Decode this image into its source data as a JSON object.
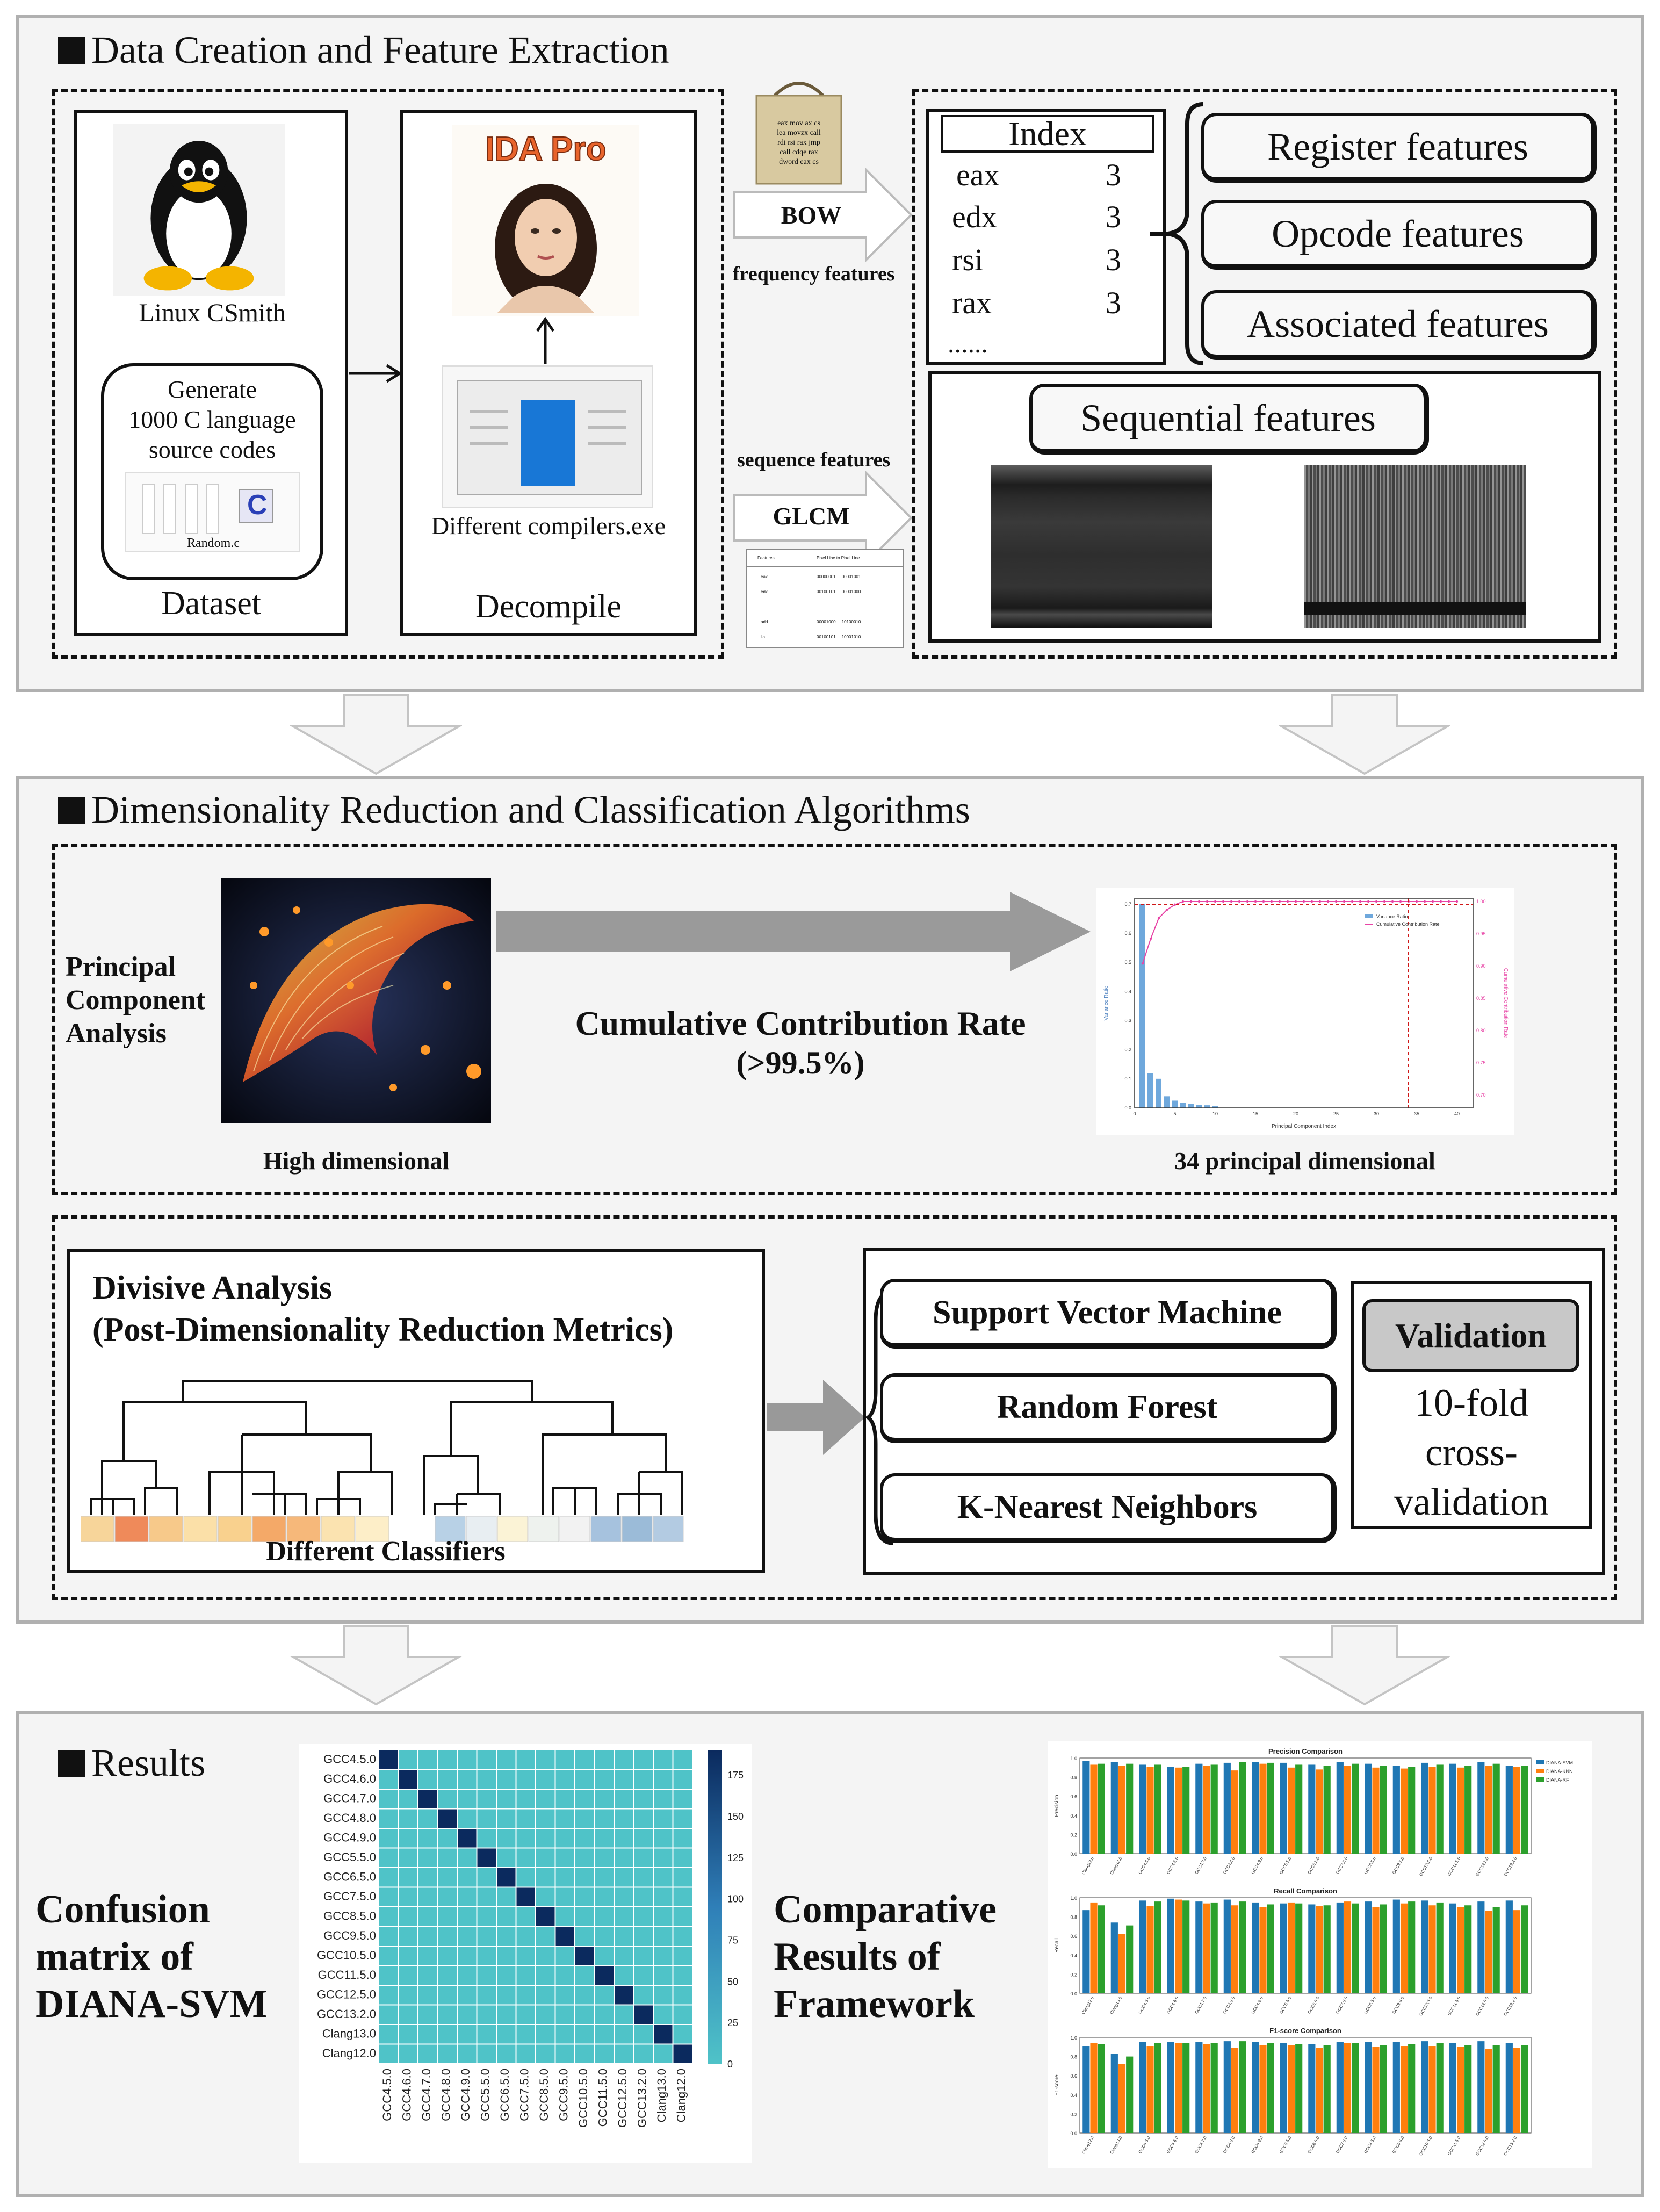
{
  "sections": {
    "feature": "Data Creation and Feature Extraction",
    "reduction": "Dimensionality Reduction and  Classification Algorithms",
    "results": "Results"
  },
  "dataset": {
    "linux_caption": "Linux CSmith",
    "generate_lines": [
      "Generate",
      "1000 C language",
      "source codes"
    ],
    "file_name": "Random.c",
    "file_letter": "C",
    "label": "Dataset"
  },
  "decompile": {
    "logo_text": "IDA Pro",
    "compilers_caption": "Different  compilers.exe",
    "label": "Decompile"
  },
  "bag_words": [
    "eax mov ax cs",
    "lea movzx call",
    "rdi rsi  rax  jmp",
    "call cdqe rax",
    "dword  eax cs"
  ],
  "bow": {
    "arrow_label": "BOW",
    "caption": "frequency features"
  },
  "glcm": {
    "arrow_label": "GLCM",
    "caption": "sequence features"
  },
  "mini_table": {
    "headers": [
      "Features",
      "Pixel Line to Pixel Line"
    ],
    "rows": [
      [
        "eax",
        "00000001 ... 00001001"
      ],
      [
        "edx",
        "00100101 ... 00001000"
      ],
      [
        "......",
        "......"
      ],
      [
        "add",
        "00001000 ... 10100010"
      ],
      [
        "lia",
        "00100101 ... 10001010"
      ]
    ]
  },
  "index_table": {
    "title": "Index",
    "rows": [
      {
        "name": "eax",
        "count": "3"
      },
      {
        "name": "edx",
        "count": "3"
      },
      {
        "name": "rsi",
        "count": "3"
      },
      {
        "name": "rax",
        "count": "3"
      }
    ],
    "more": "......"
  },
  "feature_boxes": [
    "Register features",
    "Opcode features",
    "Associated features"
  ],
  "sequential": "Sequential features",
  "pca": {
    "label_lines": [
      "Principal",
      "Component",
      "Analysis"
    ],
    "high_caption": "High dimensional",
    "ccr_title": "Cumulative Contribution Rate",
    "ccr_value": "(>99.5%)",
    "result_caption": "34 principal dimensional"
  },
  "variance_chart": {
    "legend": [
      "Variance Ratio",
      "Cumulative Contribution Rate"
    ],
    "xlabel": "Principal Component Index",
    "ylabel": "Variance Ratio",
    "y2label": "Cumulative Contribution Rate",
    "x_ticks": [
      "0",
      "5",
      "10",
      "15",
      "20",
      "25",
      "30",
      "35",
      "40"
    ],
    "y_ticks": [
      "0.0",
      "0.1",
      "0.2",
      "0.3",
      "0.4",
      "0.5",
      "0.6",
      "0.7"
    ],
    "y2_ticks": [
      "1.00",
      "0.95",
      "0.90",
      "0.85",
      "0.80",
      "0.75",
      "0.70"
    ],
    "variance": [
      0.7,
      0.12,
      0.1,
      0.04,
      0.025,
      0.018,
      0.014,
      0.011,
      0.009,
      0.007
    ],
    "marker_x": 34,
    "marker_y": 0.995
  },
  "divisive": {
    "title_lines": [
      "Divisive Analysis",
      "(Post-Dimensionality Reduction Metrics)"
    ],
    "caption": "Different Classifiers",
    "leaf_colors": [
      "#f7d59a",
      "#ef8a5a",
      "#f7c98a",
      "#fbe0a8",
      "#f9d18e",
      "#f4a968",
      "#f6b87a",
      "#fbe3b0",
      "#fdeec8",
      "#b8d1e6",
      "#e8eef2",
      "#fbf3d6",
      "#eef2ee",
      "#f2f2f2",
      "#a6c2de",
      "#9bbbd8",
      "#b3cbe2"
    ]
  },
  "classifiers": [
    "Support Vector Machine",
    "Random Forest",
    "K-Nearest Neighbors"
  ],
  "validation": {
    "label": "Validation",
    "desc_lines": [
      "10-fold",
      "cross-",
      "validation"
    ]
  },
  "confusion": {
    "title_lines": [
      "Confusion",
      "matrix of",
      "DIANA-SVM"
    ],
    "labels": [
      "GCC4.5.0",
      "GCC4.6.0",
      "GCC4.7.0",
      "GCC4.8.0",
      "GCC4.9.0",
      "GCC5.5.0",
      "GCC6.5.0",
      "GCC7.5.0",
      "GCC8.5.0",
      "GCC9.5.0",
      "GCC10.5.0",
      "GCC11.5.0",
      "GCC12.5.0",
      "GCC13.2.0",
      "Clang13.0",
      "Clang12.0"
    ],
    "colorbar_ticks": [
      "175",
      "150",
      "125",
      "100",
      "75",
      "50",
      "25",
      "0"
    ],
    "diag_color": "#0b2a5e",
    "off_color": "#4fc3c8"
  },
  "comparative": {
    "title_lines": [
      "Comparative",
      "Results of",
      "Framework"
    ],
    "legend": [
      "DIANA-SVM",
      "DIANA-KNN",
      "DIANA-RF"
    ],
    "colors": [
      "#1f77b4",
      "#ff7f0e",
      "#2ca02c"
    ],
    "ylabels": [
      "Precision",
      "Recall",
      "F1-score"
    ]
  },
  "chart_data": [
    {
      "type": "bar",
      "title": "Precision Comparison",
      "categories": [
        "Clang12.0",
        "Clang13.0",
        "GCC4.5.0",
        "GCC4.6.0",
        "GCC4.7.0",
        "GCC4.8.0",
        "GCC4.9.0",
        "GCC5.5.0",
        "GCC6.5.0",
        "GCC7.5.0",
        "GCC8.5.0",
        "GCC9.5.0",
        "GCC10.5.0",
        "GCC11.5.0",
        "GCC12.5.0",
        "GCC13.2.0"
      ],
      "series": [
        {
          "name": "DIANA-SVM",
          "values": [
            0.97,
            0.96,
            0.93,
            0.91,
            0.94,
            0.95,
            0.96,
            0.95,
            0.93,
            0.96,
            0.94,
            0.92,
            0.95,
            0.94,
            0.96,
            0.92
          ]
        },
        {
          "name": "DIANA-KNN",
          "values": [
            0.93,
            0.92,
            0.91,
            0.9,
            0.92,
            0.87,
            0.94,
            0.9,
            0.88,
            0.92,
            0.9,
            0.89,
            0.91,
            0.9,
            0.92,
            0.91
          ]
        },
        {
          "name": "DIANA-RF",
          "values": [
            0.94,
            0.94,
            0.93,
            0.91,
            0.93,
            0.96,
            0.95,
            0.93,
            0.92,
            0.94,
            0.92,
            0.91,
            0.93,
            0.92,
            0.94,
            0.92
          ]
        }
      ],
      "ylim": [
        0,
        1.0
      ]
    },
    {
      "type": "bar",
      "title": "Recall Comparison",
      "categories": [
        "Clang12.0",
        "Clang13.0",
        "GCC4.5.0",
        "GCC4.6.0",
        "GCC4.7.0",
        "GCC4.8.0",
        "GCC4.9.0",
        "GCC5.5.0",
        "GCC6.5.0",
        "GCC7.5.0",
        "GCC8.5.0",
        "GCC9.5.0",
        "GCC10.5.0",
        "GCC11.5.0",
        "GCC12.5.0",
        "GCC13.2.0"
      ],
      "series": [
        {
          "name": "DIANA-SVM",
          "values": [
            0.87,
            0.74,
            0.97,
            0.99,
            0.96,
            0.98,
            0.95,
            0.94,
            0.93,
            0.95,
            0.96,
            0.98,
            0.97,
            0.94,
            0.96,
            0.97
          ]
        },
        {
          "name": "DIANA-KNN",
          "values": [
            0.95,
            0.62,
            0.91,
            0.98,
            0.94,
            0.92,
            0.9,
            0.95,
            0.91,
            0.96,
            0.9,
            0.94,
            0.92,
            0.9,
            0.86,
            0.87
          ]
        },
        {
          "name": "DIANA-RF",
          "values": [
            0.92,
            0.71,
            0.96,
            0.97,
            0.95,
            0.96,
            0.93,
            0.94,
            0.92,
            0.94,
            0.93,
            0.96,
            0.95,
            0.92,
            0.9,
            0.92
          ]
        }
      ],
      "ylim": [
        0,
        1.0
      ]
    },
    {
      "type": "bar",
      "title": "F1-score Comparison",
      "categories": [
        "Clang12.0",
        "Clang13.0",
        "GCC4.5.0",
        "GCC4.6.0",
        "GCC4.7.0",
        "GCC4.8.0",
        "GCC4.9.0",
        "GCC5.5.0",
        "GCC6.5.0",
        "GCC7.5.0",
        "GCC8.5.0",
        "GCC9.5.0",
        "GCC10.5.0",
        "GCC11.5.0",
        "GCC12.5.0",
        "GCC13.2.0"
      ],
      "series": [
        {
          "name": "DIANA-SVM",
          "values": [
            0.91,
            0.83,
            0.95,
            0.95,
            0.95,
            0.96,
            0.95,
            0.94,
            0.93,
            0.95,
            0.95,
            0.95,
            0.96,
            0.94,
            0.96,
            0.94
          ]
        },
        {
          "name": "DIANA-KNN",
          "values": [
            0.94,
            0.72,
            0.91,
            0.94,
            0.93,
            0.89,
            0.92,
            0.92,
            0.89,
            0.94,
            0.9,
            0.91,
            0.91,
            0.9,
            0.88,
            0.89
          ]
        },
        {
          "name": "DIANA-RF",
          "values": [
            0.93,
            0.8,
            0.94,
            0.94,
            0.94,
            0.96,
            0.94,
            0.93,
            0.92,
            0.94,
            0.92,
            0.93,
            0.94,
            0.92,
            0.92,
            0.92
          ]
        }
      ],
      "ylim": [
        0,
        1.0
      ]
    }
  ]
}
